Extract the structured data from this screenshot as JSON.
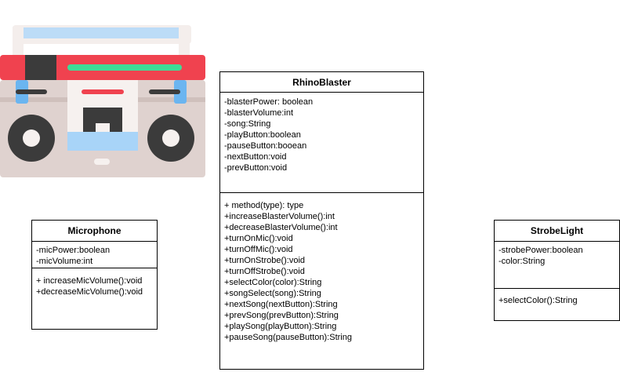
{
  "classes": {
    "rhino": {
      "name": "RhinoBlaster",
      "attributes": [
        "-blasterPower: boolean",
        "-blasterVolume:int",
        "-song:String",
        "-playButton:boolean",
        "-pauseButton:booean",
        "-nextButton:void",
        "-prevButton:void"
      ],
      "methods": [
        "+ method(type): type",
        "+increaseBlasterVolume():int",
        "+decreaseBlasterVolume():int",
        "+turnOnMic():void",
        "+turnOffMic():void",
        "+turnOnStrobe():void",
        "+turnOffStrobe():void",
        "+selectColor(color):String",
        "+songSelect(song):String",
        "+nextSong(nextButton):String",
        "+prevSong(prevButton):String",
        "+playSong(playButton):String",
        "+pauseSong(pauseButton):String"
      ]
    },
    "mic": {
      "name": "Microphone",
      "attributes": [
        "-micPower:boolean",
        "-micVolume:int"
      ],
      "methods": [
        "+ increaseMicVolume():void",
        "+decreaseMicVolume():void"
      ]
    },
    "strobe": {
      "name": "StrobeLight",
      "attributes": [
        "-strobePower:boolean",
        "-color:String"
      ],
      "methods": [
        "+selectColor():String"
      ]
    }
  },
  "illustration": {
    "icon": "boombox-icon",
    "colors": {
      "handle": "#bcdcf7",
      "body": "#dfd2cf",
      "top_band": "#f0424f",
      "equalizer": "#3ddc97",
      "speaker_ring": "#3b3b3b",
      "panel": "#f6f1ef"
    }
  }
}
